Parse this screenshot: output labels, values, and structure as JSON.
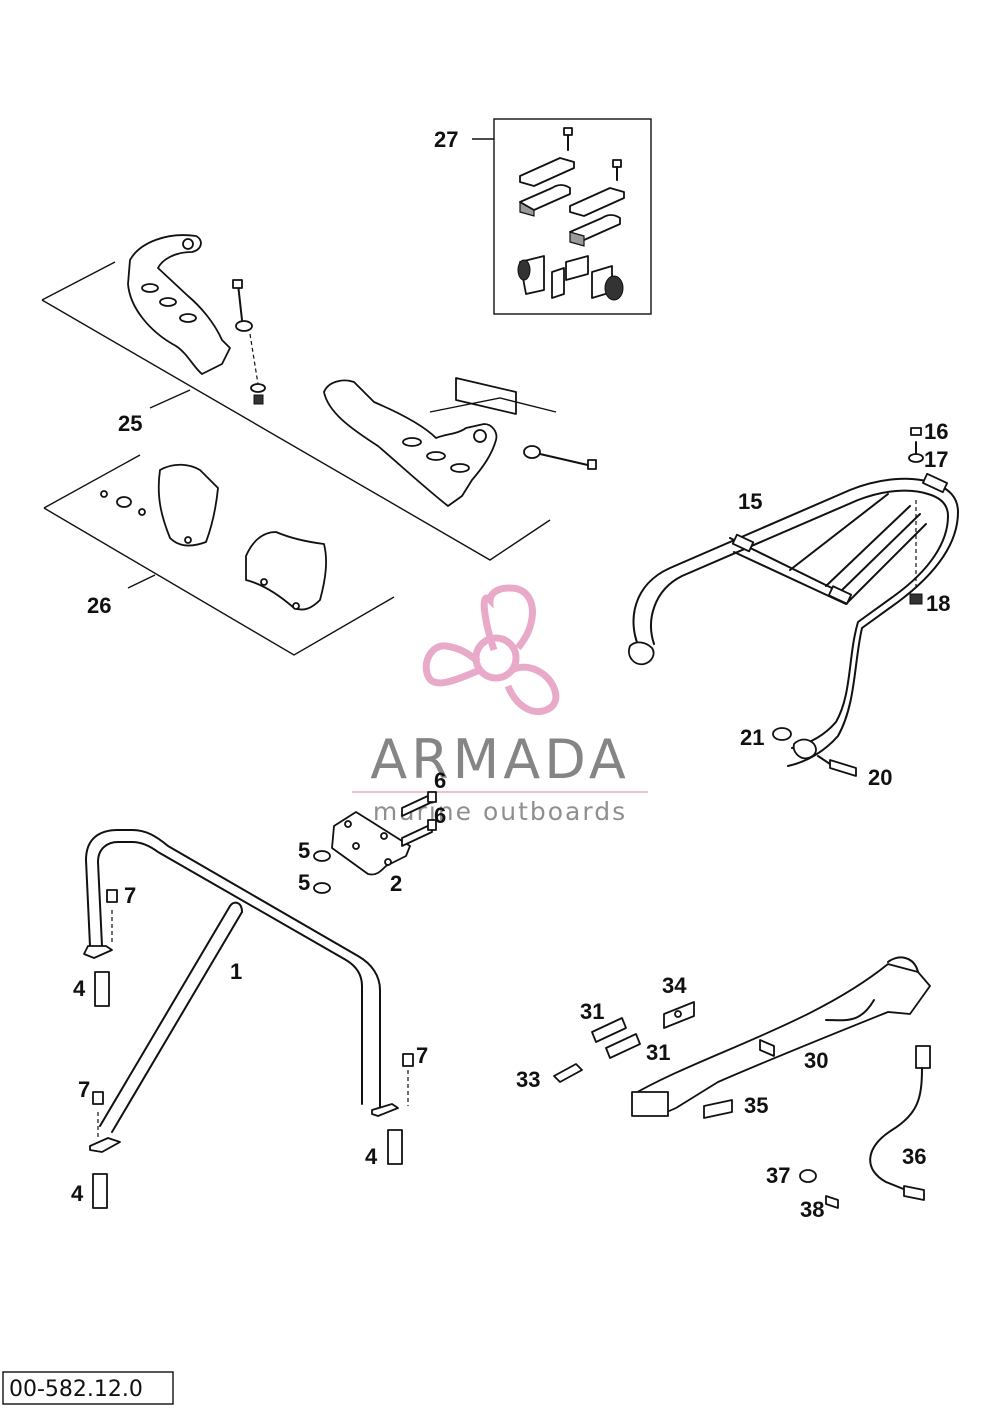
{
  "callouts": [
    {
      "id": "c27",
      "text": "27"
    },
    {
      "id": "c25",
      "text": "25"
    },
    {
      "id": "c26",
      "text": "26"
    },
    {
      "id": "c15",
      "text": "15"
    },
    {
      "id": "c16",
      "text": "16"
    },
    {
      "id": "c17",
      "text": "17"
    },
    {
      "id": "c18",
      "text": "18"
    },
    {
      "id": "c21",
      "text": "21"
    },
    {
      "id": "c20",
      "text": "20"
    },
    {
      "id": "c6a",
      "text": "6"
    },
    {
      "id": "c6b",
      "text": "6"
    },
    {
      "id": "c5a",
      "text": "5"
    },
    {
      "id": "c5b",
      "text": "5"
    },
    {
      "id": "c2",
      "text": "2"
    },
    {
      "id": "c7a",
      "text": "7"
    },
    {
      "id": "c4a",
      "text": "4"
    },
    {
      "id": "c1",
      "text": "1"
    },
    {
      "id": "c7b",
      "text": "7"
    },
    {
      "id": "c7c",
      "text": "7"
    },
    {
      "id": "c4b",
      "text": "4"
    },
    {
      "id": "c4c",
      "text": "4"
    },
    {
      "id": "c34",
      "text": "34"
    },
    {
      "id": "c31a",
      "text": "31"
    },
    {
      "id": "c31b",
      "text": "31"
    },
    {
      "id": "c30",
      "text": "30"
    },
    {
      "id": "c33",
      "text": "33"
    },
    {
      "id": "c35",
      "text": "35"
    },
    {
      "id": "c36",
      "text": "36"
    },
    {
      "id": "c37",
      "text": "37"
    },
    {
      "id": "c38",
      "text": "38"
    }
  ],
  "watermark": {
    "brand": "ARMADA",
    "tagline": "marine outboards",
    "color": "#e8a6c8"
  },
  "document_number": "00-582.12.0"
}
